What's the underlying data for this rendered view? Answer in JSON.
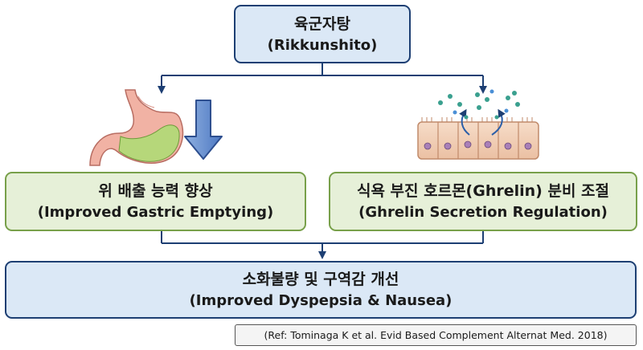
{
  "top": {
    "ko": "육군자탕",
    "en": "(Rikkunshito)"
  },
  "left": {
    "ko": "위 배출 능력 향상",
    "en": "(Improved Gastric Emptying)"
  },
  "right": {
    "ko": "식욕 부진 호르몬(Ghrelin) 분비 조절",
    "en": "(Ghrelin Secretion Regulation)"
  },
  "bottom": {
    "ko": "소화불량 및 구역감 개선",
    "en": "(Improved Dyspepsia & Nausea)"
  },
  "reference": "(Ref: Tominaga K et al. Evid Based Complement Alternat Med. 2018)",
  "colors": {
    "navy": "#1d3f73",
    "box_blue": "#dbe8f6",
    "box_green": "#e6f0d8",
    "green_border": "#78a04a"
  }
}
